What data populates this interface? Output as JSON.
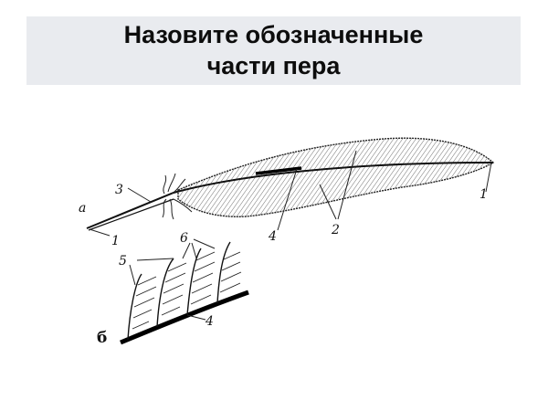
{
  "slide": {
    "title_line1": "Назовите обозначенные",
    "title_line2": "части пера"
  },
  "diagram": {
    "figure_a": {
      "letter": "а",
      "labels": [
        {
          "num": "1",
          "part": "shaft-tip"
        },
        {
          "num": "3",
          "part": "quill"
        },
        {
          "num": "4",
          "part": "rachis"
        },
        {
          "num": "2",
          "part": "vane"
        },
        {
          "num": "1",
          "part": "feather-tip"
        }
      ]
    },
    "figure_b": {
      "letter": "б",
      "labels": [
        {
          "num": "6",
          "part": "barbules"
        },
        {
          "num": "5",
          "part": "barbs"
        },
        {
          "num": "4",
          "part": "rachis"
        }
      ]
    }
  }
}
